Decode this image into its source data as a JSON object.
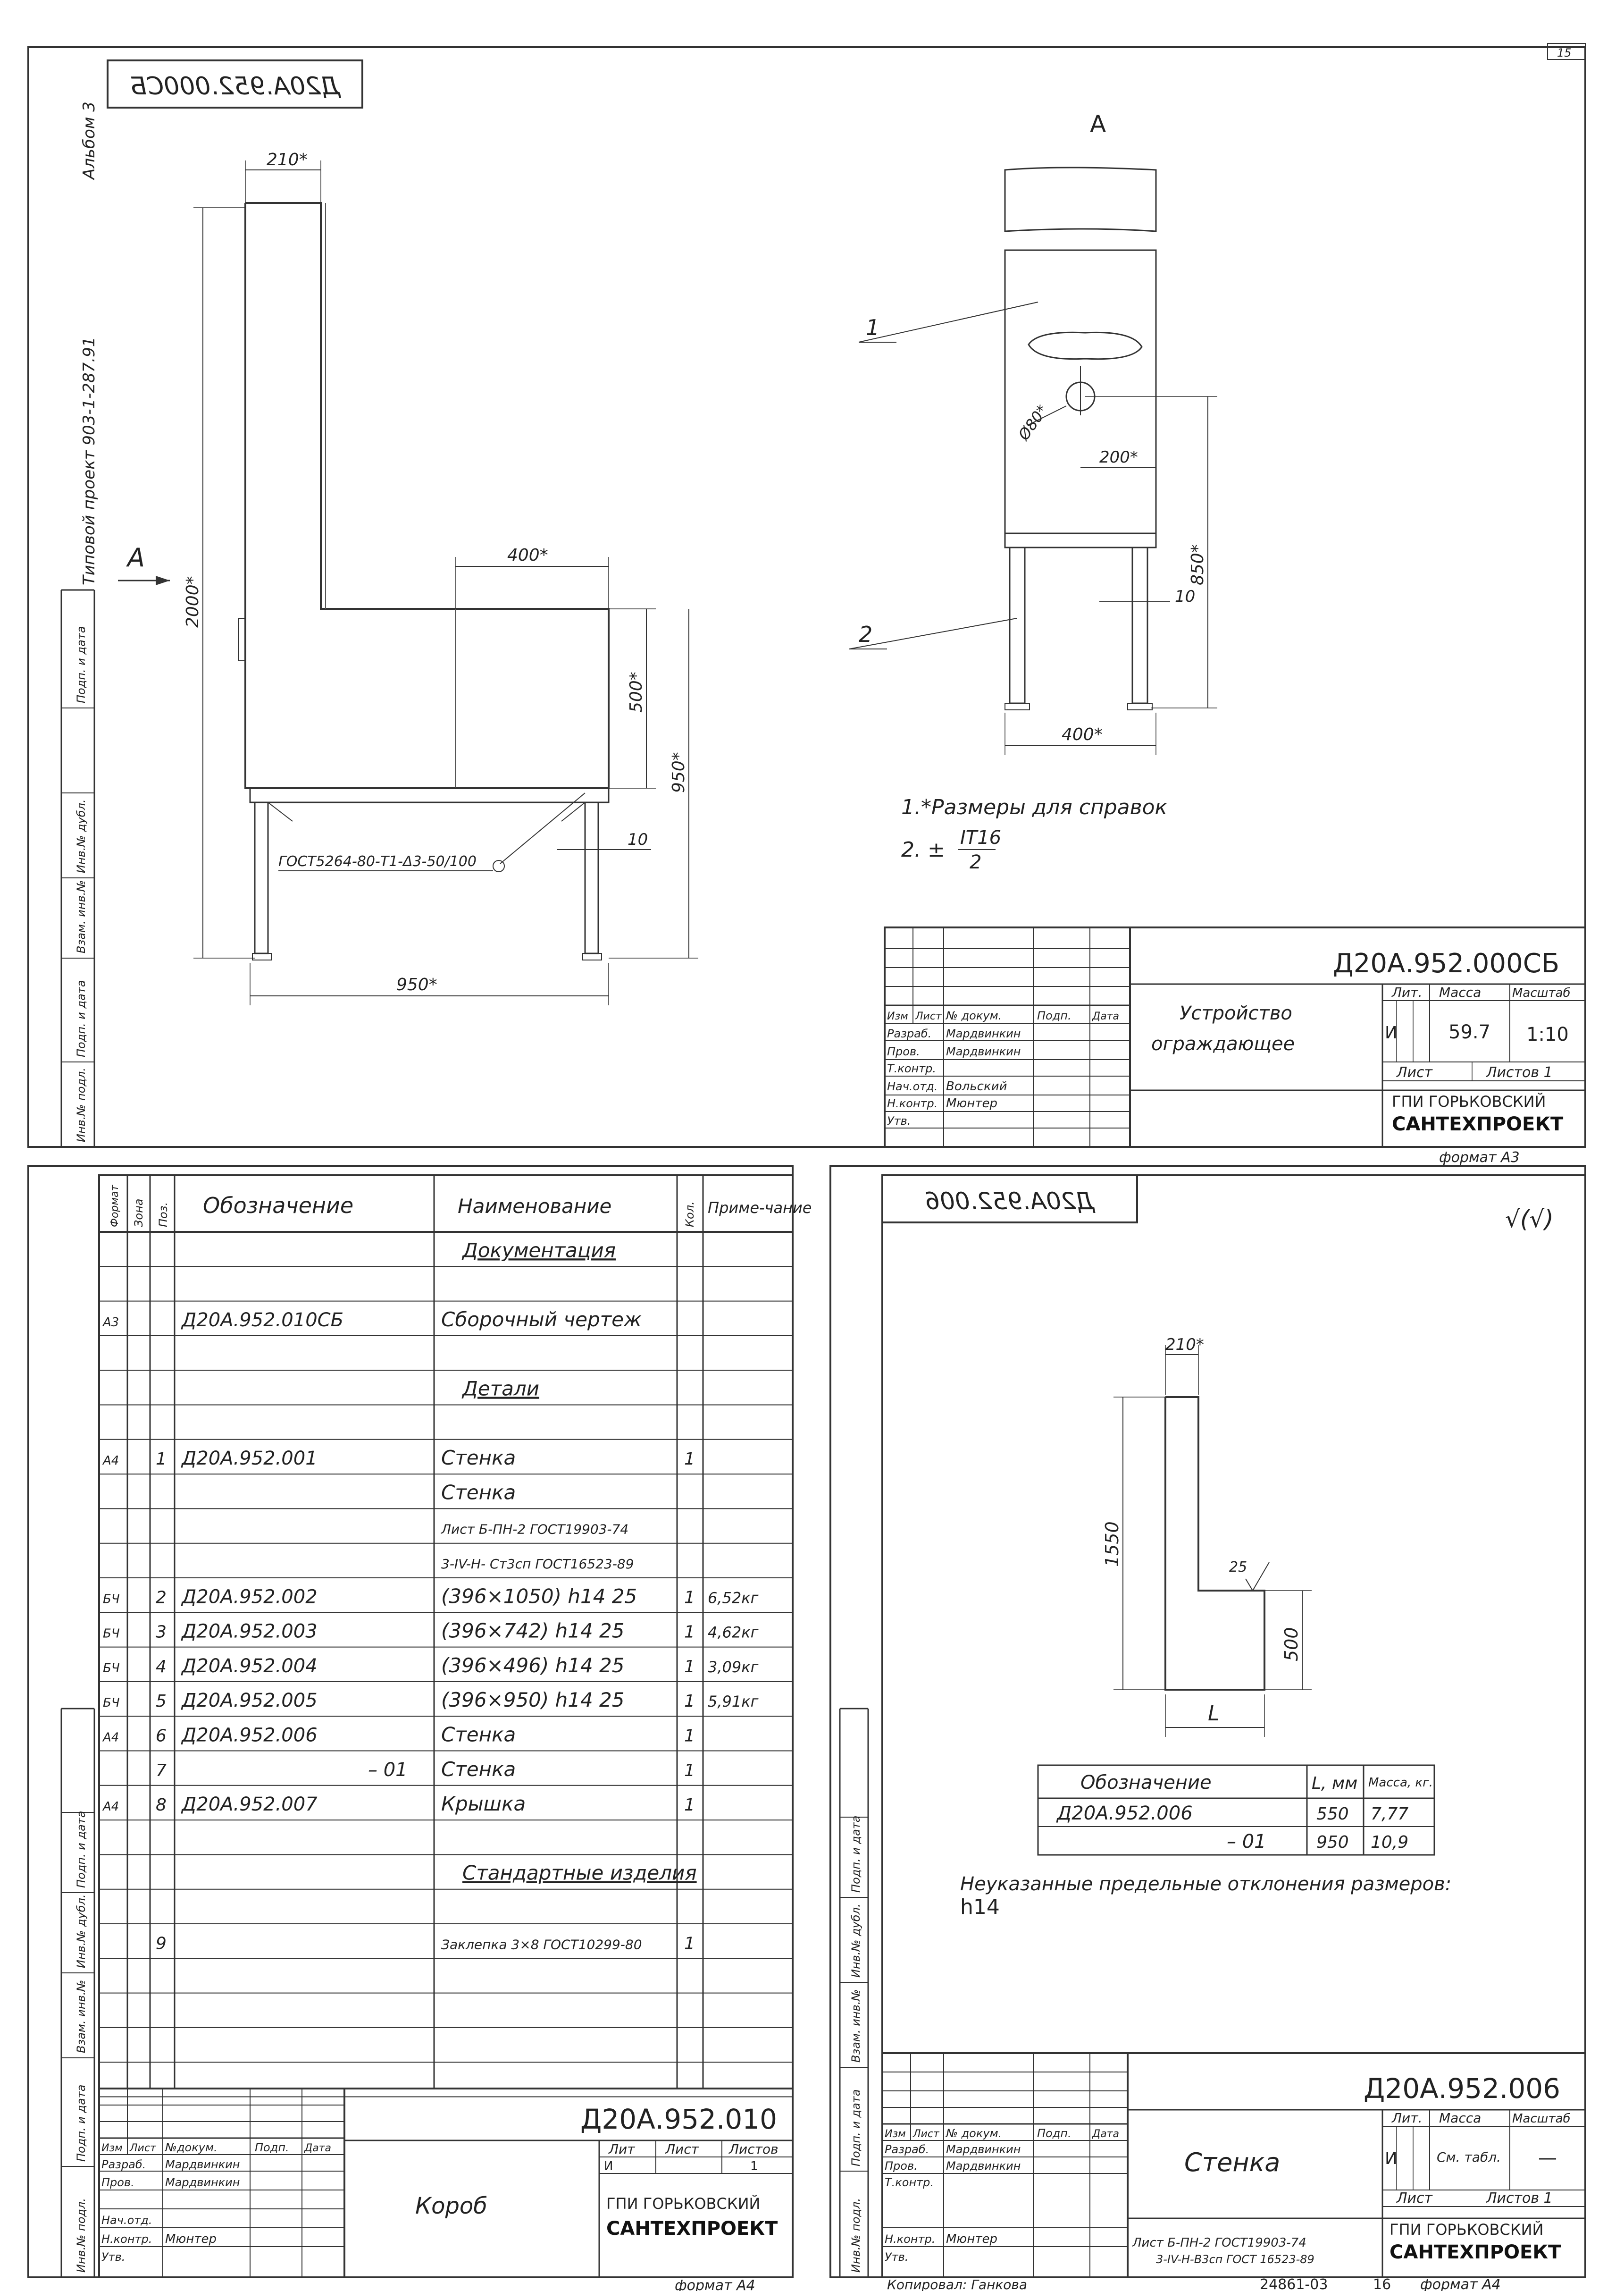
{
  "page_number": "15",
  "side_strip": {
    "album": "Альбом 3",
    "project": "Типовой проект 903-1-287.91",
    "stamp_cells": [
      "Инв.№ подл.",
      "Подп. и дата",
      "Взам. инв.№",
      "Инв.№ дубл.",
      "Подп. и дата"
    ]
  },
  "sheet1": {
    "mirrored_code": "Д20А.952.000СБ",
    "view_label": "А",
    "arrow_label": "А",
    "dims": {
      "width_top": "210*",
      "height_total": "2000*",
      "seat_width": "400*",
      "seat_height": "500*",
      "overall_height": "950*",
      "base_width": "950*",
      "gap": "10",
      "weld": "ГОСТ5264-80-Т1-Δ3-50/100"
    },
    "view_a": {
      "pos1": "1",
      "pos2": "2",
      "hole": "Ø80*",
      "offset": "200*",
      "height": "850*",
      "gap": "10",
      "width": "400*"
    },
    "notes": [
      "1.*Размеры для справок",
      "2. ±"
    ],
    "note_frac_num": "IT16",
    "note_frac_den": "2",
    "title_block": {
      "code": "Д20А.952.000СБ",
      "name_line1": "Устройство",
      "name_line2": "ограждающее",
      "hdr": [
        "Изм",
        "Лист",
        "№ докум.",
        "Подп.",
        "Дата"
      ],
      "roles": [
        {
          "role": "Разраб.",
          "name": "Мардвинкин"
        },
        {
          "role": "Пров.",
          "name": "Мардвинкин"
        },
        {
          "role": "Т.контр.",
          "name": ""
        },
        {
          "role": "Нач.отд.",
          "name": "Вольский"
        },
        {
          "role": "Н.контр.",
          "name": "Мюнтер"
        },
        {
          "role": "Утв.",
          "name": ""
        }
      ],
      "lit_label": "Лит.",
      "mass_label": "Масса",
      "scale_label": "Масштаб",
      "lit": "И",
      "mass": "59.7",
      "scale": "1:10",
      "sheet_label": "Лист",
      "sheets_label": "Листов 1",
      "org1": "ГПИ ГОРЬКОВСКИЙ",
      "org2": "САНТЕХПРОЕКТ",
      "format": "формат А3"
    }
  },
  "spec": {
    "headers": [
      "Формат",
      "Зона",
      "Поз.",
      "Обозначение",
      "Наименование",
      "Кол.",
      "Приме-чание"
    ],
    "rows": [
      {
        "fmt": "",
        "pos": "",
        "code": "",
        "name": "Документация",
        "qty": "",
        "note": "",
        "u": true
      },
      {
        "fmt": "",
        "pos": "",
        "code": "",
        "name": "",
        "qty": "",
        "note": ""
      },
      {
        "fmt": "А3",
        "pos": "",
        "code": "Д20А.952.010СБ",
        "name": "Сборочный чертеж",
        "qty": "",
        "note": ""
      },
      {
        "fmt": "",
        "pos": "",
        "code": "",
        "name": "",
        "qty": "",
        "note": ""
      },
      {
        "fmt": "",
        "pos": "",
        "code": "",
        "name": "Детали",
        "qty": "",
        "note": "",
        "u": true
      },
      {
        "fmt": "",
        "pos": "",
        "code": "",
        "name": "",
        "qty": "",
        "note": ""
      },
      {
        "fmt": "А4",
        "pos": "1",
        "code": "Д20А.952.001",
        "name": "Стенка",
        "qty": "1",
        "note": ""
      },
      {
        "fmt": "",
        "pos": "",
        "code": "",
        "name": "Стенка",
        "qty": "",
        "note": ""
      },
      {
        "fmt": "",
        "pos": "",
        "code": "",
        "name": "Лист Б-ПН-2 ГОСТ19903-74",
        "qty": "",
        "note": "",
        "s": true
      },
      {
        "fmt": "",
        "pos": "",
        "code": "",
        "name": "3-IV-Н- Ст3сп ГОСТ16523-89",
        "qty": "",
        "note": "",
        "s": true
      },
      {
        "fmt": "БЧ",
        "pos": "2",
        "code": "Д20А.952.002",
        "name": "(396×1050) h14 25",
        "qty": "1",
        "note": "6,52кг"
      },
      {
        "fmt": "БЧ",
        "pos": "3",
        "code": "Д20А.952.003",
        "name": "(396×742) h14 25",
        "qty": "1",
        "note": "4,62кг"
      },
      {
        "fmt": "БЧ",
        "pos": "4",
        "code": "Д20А.952.004",
        "name": "(396×496) h14 25",
        "qty": "1",
        "note": "3,09кг"
      },
      {
        "fmt": "БЧ",
        "pos": "5",
        "code": "Д20А.952.005",
        "name": "(396×950) h14 25",
        "qty": "1",
        "note": "5,91кг"
      },
      {
        "fmt": "А4",
        "pos": "6",
        "code": "Д20А.952.006",
        "name": "Стенка",
        "qty": "1",
        "note": ""
      },
      {
        "fmt": "",
        "pos": "7",
        "code": "– 01",
        "name": "Стенка",
        "qty": "1",
        "note": ""
      },
      {
        "fmt": "А4",
        "pos": "8",
        "code": "Д20А.952.007",
        "name": "Крышка",
        "qty": "1",
        "note": ""
      },
      {
        "fmt": "",
        "pos": "",
        "code": "",
        "name": "",
        "qty": "",
        "note": ""
      },
      {
        "fmt": "",
        "pos": "",
        "code": "",
        "name": "Стандартные изделия",
        "qty": "",
        "note": "",
        "u": true
      },
      {
        "fmt": "",
        "pos": "",
        "code": "",
        "name": "",
        "qty": "",
        "note": ""
      },
      {
        "fmt": "",
        "pos": "9",
        "code": "",
        "name": "Заклепка 3×8 ГОСТ10299-80",
        "qty": "1",
        "note": "",
        "s": true
      },
      {
        "fmt": "",
        "pos": "",
        "code": "",
        "name": "",
        "qty": "",
        "note": ""
      },
      {
        "fmt": "",
        "pos": "",
        "code": "",
        "name": "",
        "qty": "",
        "note": ""
      },
      {
        "fmt": "",
        "pos": "",
        "code": "",
        "name": "",
        "qty": "",
        "note": ""
      },
      {
        "fmt": "",
        "pos": "",
        "code": "",
        "name": "",
        "qty": "",
        "note": ""
      }
    ],
    "title_block": {
      "code": "Д20А.952.010",
      "name": "Короб",
      "lit_label": "Лит",
      "sheet_label": "Лист",
      "sheets_label": "Листов",
      "lit": "И",
      "sheets": "1",
      "org1": "ГПИ ГОРЬКОВСКИЙ",
      "org2": "САНТЕХПРОЕКТ",
      "format": "формат А4",
      "hdr": [
        "Изм",
        "Лист",
        "№докум.",
        "Подп.",
        "Дата"
      ],
      "roles": [
        {
          "role": "Разраб.",
          "name": "Мардвинкин"
        },
        {
          "role": "Пров.",
          "name": "Мардвинкин"
        },
        {
          "role": "",
          "name": ""
        },
        {
          "role": "Нач.отд.",
          "name": ""
        },
        {
          "role": "Н.контр.",
          "name": "Мюнтер"
        },
        {
          "role": "Утв.",
          "name": ""
        }
      ]
    }
  },
  "sheet3": {
    "mirrored_code": "Д20А.952.006",
    "roughness": "√(√)",
    "dims": {
      "top": "210*",
      "height": "1550",
      "lower": "500",
      "width_var": "L",
      "roughness": "25"
    },
    "table": {
      "headers": [
        "Обозначение",
        "L, мм",
        "Масса, кг."
      ],
      "rows": [
        {
          "code": "Д20А.952.006",
          "l": "550",
          "m": "7,77"
        },
        {
          "code": "– 01",
          "l": "950",
          "m": "10,9"
        }
      ]
    },
    "note_line1": "Неуказанные предельные отклонения размеров:",
    "note_line2": "h14",
    "title_block": {
      "code": "Д20А.952.006",
      "name": "Стенка",
      "lit_label": "Лит.",
      "mass_label": "Масса",
      "scale_label": "Масштаб",
      "lit": "И",
      "mass": "См. табл.",
      "scale": "—",
      "sheet_label": "Лист",
      "sheets_label": "Листов 1",
      "material1": "Лист Б-ПН-2 ГОСТ19903-74",
      "material2": "3-IV-Н-В3сп ГОСТ 16523-89",
      "org1": "ГПИ ГОРЬКОВСКИЙ",
      "org2": "САНТЕХПРОЕКТ",
      "format": "формат А4",
      "hdr": [
        "Изм",
        "Лист",
        "№ докум.",
        "Подп.",
        "Дата"
      ],
      "roles": [
        {
          "role": "Разраб.",
          "name": "Мардвинкин"
        },
        {
          "role": "Пров.",
          "name": "Мардвинкин"
        },
        {
          "role": "Т.контр.",
          "name": ""
        },
        {
          "role": "",
          "name": ""
        },
        {
          "role": "Н.контр.",
          "name": "Мюнтер"
        },
        {
          "role": "Утв.",
          "name": ""
        }
      ]
    },
    "copied_by": "Копировал: Ганкова",
    "archive_no": "24861-03",
    "sheet_no": "16"
  }
}
